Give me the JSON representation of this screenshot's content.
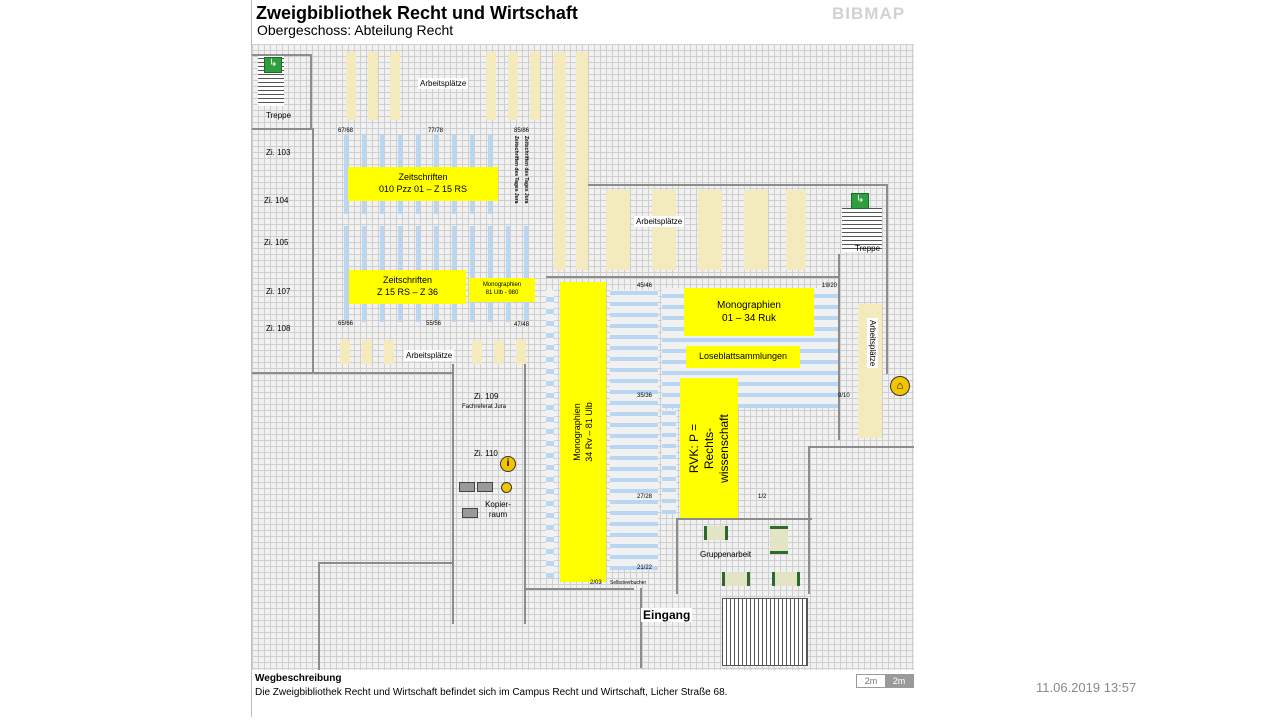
{
  "header": {
    "title": "Zweigbibliothek Recht und Wirtschaft",
    "subtitle": "Obergeschoss: Abteilung Recht",
    "logo": "BIBMAP"
  },
  "map": {
    "rooms": {
      "treppe_left": "Treppe",
      "treppe_right": "Treppe",
      "zi103": "Zi. 103",
      "zi104": "Zi. 104",
      "zi105": "Zi. 105",
      "zi107": "Zi. 107",
      "zi108": "Zi. 108",
      "zi109": "Zi. 109",
      "zi109_sub": "Fachreferat Jura",
      "zi110": "Zi. 110",
      "kopierraum": "Kopier-raum",
      "gruppenarbeit": "Gruppenarbeit",
      "eingang": "Eingang"
    },
    "areas": {
      "arbeitsplaetze_top": "Arbeitsplätze",
      "arbeitsplaetze_mid": "Arbeitsplätze",
      "arbeitsplaetze_bottom": "Arbeitsplätze",
      "arbeitsplaetze_right": "Arbeitsplätze",
      "zeitschriften_tage_jura": "Zeitschriften des Tages Jura",
      "zeitschriften_tage_wiwi": "Zeitschriften des Tages Jura",
      "selbstverbucher": "Selbstverbucher"
    },
    "sections": {
      "zeitschriften_1_title": "Zeitschriften",
      "zeitschriften_1_range": "010 Pzz 01 – Z 15 RS",
      "zeitschriften_2_title": "Zeitschriften",
      "zeitschriften_2_range": "Z 15 RS – Z 36",
      "monographien_small_title": "Monographien",
      "monographien_small_range": "81 Ulb - 980",
      "monographien_vert_title": "Monographien",
      "monographien_vert_range": "34 Rv – 81 Ulb",
      "monographien_right_title": "Monographien",
      "monographien_right_range": "01 – 34 Ruk",
      "loseblatt": "Loseblattsammlungen",
      "rvk": "RVK: P = Rechts-wissenschaft"
    },
    "shelf_numbers": {
      "n67_68": "67/68",
      "n77_78": "77/78",
      "n85_86": "85/86",
      "n65_66": "65/66",
      "n55_56": "55/56",
      "n47_48": "47/48",
      "n45_46": "45/46",
      "n19_20": "19/20",
      "n35_36": "35/36",
      "n9_10": "9/10",
      "n27_28": "27/28",
      "n1_2": "1/2",
      "n21_22": "21/22",
      "n2_03": "2/03"
    }
  },
  "footer": {
    "heading": "Wegbeschreibung",
    "description": "Die Zweigbibliothek Recht und Wirtschaft befindet sich im Campus Recht und Wirtschaft, Licher Straße 68.",
    "scale_label_1": "2m",
    "scale_label_2": "2m"
  },
  "timestamp": "11.06.2019 13:57",
  "colors": {
    "highlight": "#ffff00",
    "shelves": "#b9d6f2",
    "desks": "#f3eabd",
    "grid": "#cfcfcf",
    "exit_sign": "#2e9e3e"
  },
  "icons": [
    "emergency-exit-icon",
    "info-icon",
    "copier-icon",
    "accessible-entrance-icon"
  ]
}
